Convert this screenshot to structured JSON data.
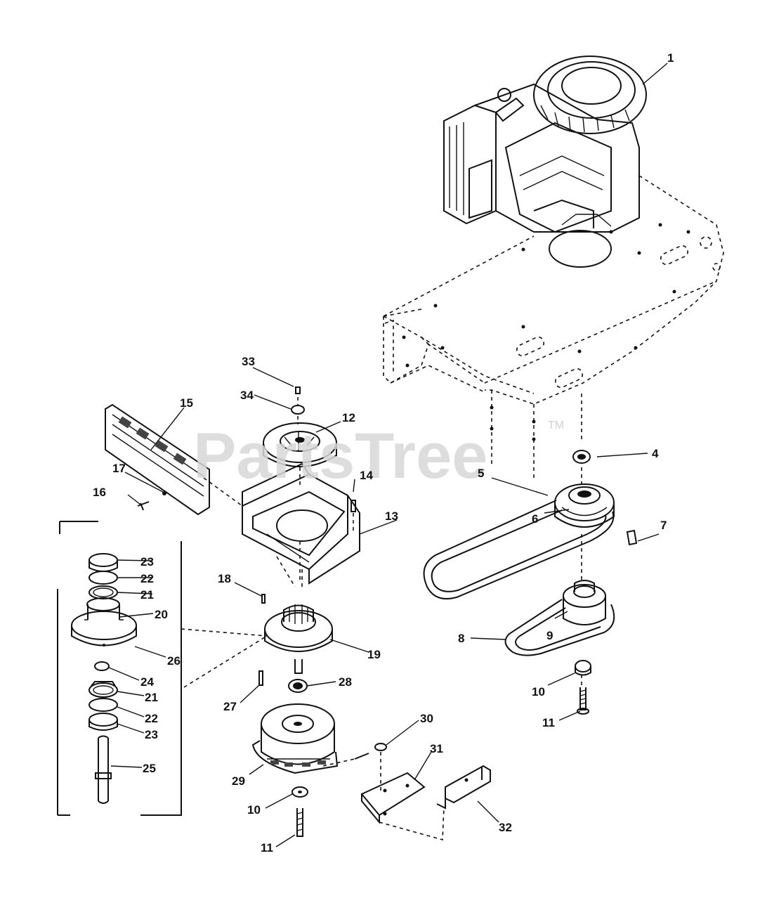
{
  "watermark": {
    "text": "PartsTree",
    "mark": "TM"
  },
  "callouts": [
    {
      "id": "c1",
      "label": "1"
    },
    {
      "id": "c4",
      "label": "4"
    },
    {
      "id": "c5",
      "label": "5"
    },
    {
      "id": "c6",
      "label": "6"
    },
    {
      "id": "c7",
      "label": "7"
    },
    {
      "id": "c8",
      "label": "8"
    },
    {
      "id": "c9",
      "label": "9"
    },
    {
      "id": "c10a",
      "label": "10"
    },
    {
      "id": "c11a",
      "label": "11"
    },
    {
      "id": "c10b",
      "label": "10"
    },
    {
      "id": "c11b",
      "label": "11"
    },
    {
      "id": "c12",
      "label": "12"
    },
    {
      "id": "c13",
      "label": "13"
    },
    {
      "id": "c14",
      "label": "14"
    },
    {
      "id": "c15",
      "label": "15"
    },
    {
      "id": "c16",
      "label": "16"
    },
    {
      "id": "c17",
      "label": "17"
    },
    {
      "id": "c18",
      "label": "18"
    },
    {
      "id": "c19",
      "label": "19"
    },
    {
      "id": "c20",
      "label": "20"
    },
    {
      "id": "c21a",
      "label": "21"
    },
    {
      "id": "c22a",
      "label": "22"
    },
    {
      "id": "c23a",
      "label": "23"
    },
    {
      "id": "c24",
      "label": "24"
    },
    {
      "id": "c21b",
      "label": "21"
    },
    {
      "id": "c22b",
      "label": "22"
    },
    {
      "id": "c23b",
      "label": "23"
    },
    {
      "id": "c25",
      "label": "25"
    },
    {
      "id": "c26",
      "label": "26"
    },
    {
      "id": "c27",
      "label": "27"
    },
    {
      "id": "c28",
      "label": "28"
    },
    {
      "id": "c29",
      "label": "29"
    },
    {
      "id": "c30",
      "label": "30"
    },
    {
      "id": "c31",
      "label": "31"
    },
    {
      "id": "c32",
      "label": "32"
    },
    {
      "id": "c33",
      "label": "33"
    },
    {
      "id": "c34",
      "label": "34"
    }
  ]
}
